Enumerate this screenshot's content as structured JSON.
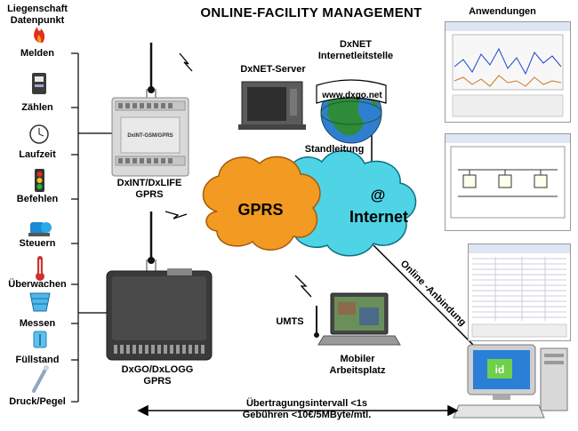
{
  "title": "ONLINE-FACILITY MANAGEMENT",
  "left_header": {
    "line1": "Liegenschaft",
    "line2": "Datenpunkt"
  },
  "sidebar": {
    "items": [
      {
        "label": "Melden",
        "icon": "flame-icon"
      },
      {
        "label": "Zählen",
        "icon": "meter-icon"
      },
      {
        "label": "Laufzeit",
        "icon": "clock-icon"
      },
      {
        "label": "Befehlen",
        "icon": "traffic-light-icon"
      },
      {
        "label": "Steuern",
        "icon": "pump-icon"
      },
      {
        "label": "Überwachen",
        "icon": "thermometer-icon"
      },
      {
        "label": "Messen",
        "icon": "cyan-tank-icon"
      },
      {
        "label": "Füllstand",
        "icon": "level-sensor-icon"
      },
      {
        "label": "Druck/Pegel",
        "icon": "pressure-probe-icon"
      }
    ]
  },
  "applications_title": "Anwendungen",
  "devices": {
    "dxint": {
      "line1": "DxINT/DxLIFE",
      "line2": "GPRS",
      "panel_text": "DxINT-GSM/GPRS"
    },
    "dxgo": {
      "line1": "DxGO/DxLOGG",
      "line2": "GPRS"
    }
  },
  "server": {
    "label": "DxNET-Server"
  },
  "internet_center": {
    "line1": "DxNET",
    "line2": "Internetleitstelle",
    "url": "www.dxgo.net"
  },
  "standleitung": "Standleitung",
  "clouds": {
    "gprs": "GPRS",
    "internet": "Internet",
    "at": "@"
  },
  "online_link": "Online -Anbindung",
  "umts": "UMTS",
  "workstation": {
    "line1": "Mobiler",
    "line2": "Arbeitsplatz"
  },
  "transfer": {
    "line1": "Übertragungsintervall <1s",
    "line2": "Gebühren <10€/5MByte/mtl."
  },
  "colors": {
    "gprs_cloud": "#f39a22",
    "internet_cloud": "#4fd4e6",
    "globe": "#2e8b3a"
  }
}
